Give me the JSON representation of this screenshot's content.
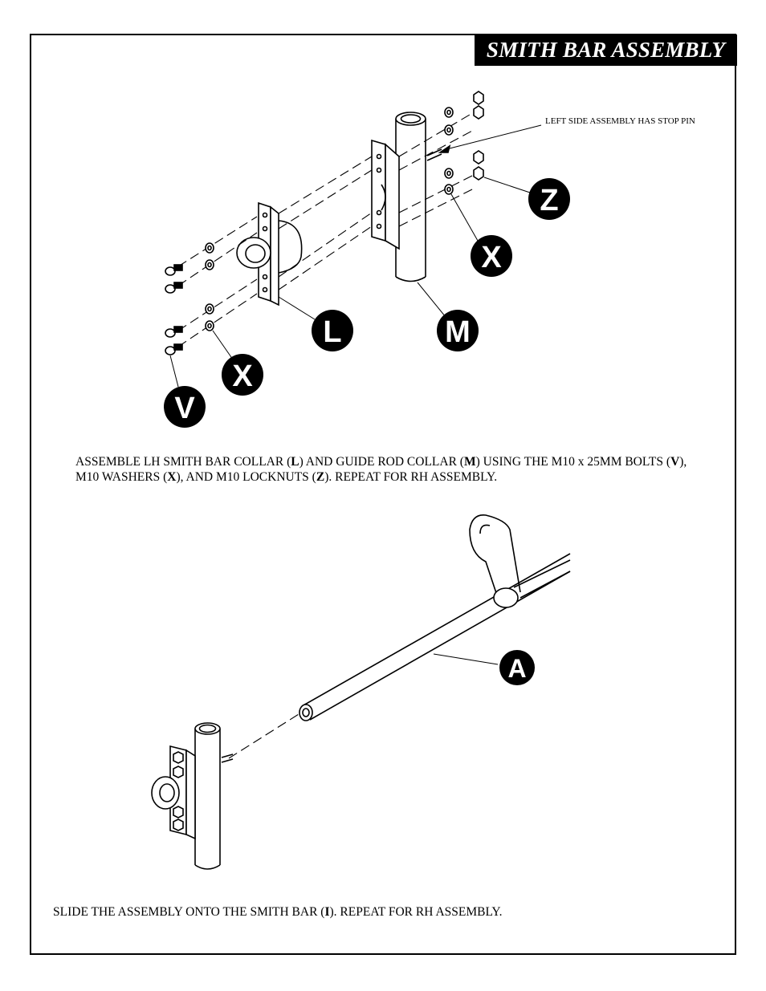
{
  "title": "SMITH BAR ASSEMBLY",
  "note_stop_pin": "LEFT SIDE ASSEMBLY HAS STOP PIN",
  "callouts": {
    "z": "Z",
    "x_top": "X",
    "l": "L",
    "m": "M",
    "x_bottom": "X",
    "v": "V",
    "a": "A"
  },
  "step1": {
    "t1": "ASSEMBLE LH SMITH BAR COLLAR (",
    "b1": "L",
    "t2": ")  AND GUIDE ROD COLLAR (",
    "b2": "M",
    "t3": ") USING THE M10 x 25MM BOLTS (",
    "b3": "V",
    "t4": "), M10 WASHERS (",
    "b4": "X",
    "t5": "), AND M10 LOCKNUTS (",
    "b5": "Z",
    "t6": "). REPEAT FOR RH ASSEMBLY."
  },
  "step2": {
    "t1": "SLIDE THE ASSEMBLY ONTO THE SMITH BAR (",
    "b1": "I",
    "t2": "). REPEAT FOR RH ASSEMBLY."
  }
}
